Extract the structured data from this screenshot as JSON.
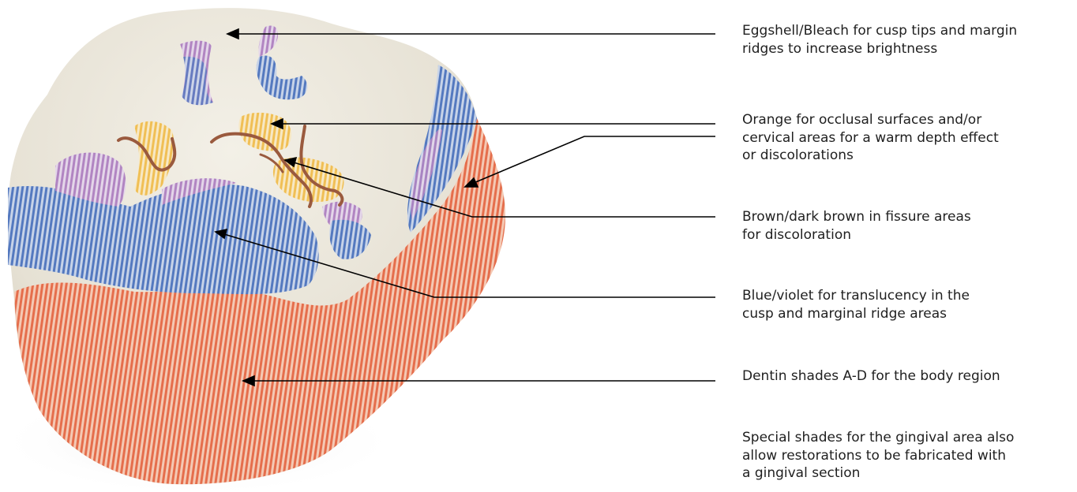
{
  "labels": [
    {
      "id": "eggshell",
      "text": "Eggshell/Bleach for cusp tips and margin\nridges to increase brightness"
    },
    {
      "id": "orange",
      "text": "Orange for occlusal surfaces and/or\ncervical areas for a warm depth effect\nor discolorations"
    },
    {
      "id": "brown",
      "text": "Brown/dark brown in fissure areas\nfor discoloration"
    },
    {
      "id": "blue-violet",
      "text": "Blue/violet for translucency in the\ncusp and marginal ridge areas"
    },
    {
      "id": "dentin",
      "text": "Dentin shades A-D for the body region"
    },
    {
      "id": "special",
      "text": "Special shades for the gingival area also\nallow restorations to be fabricated with\na gingival section"
    }
  ],
  "colors": {
    "enamel": "#ede9df",
    "dentin_stripe": "#e8704f",
    "blue_stripe": "#5b7fc4",
    "violet_stripe": "#b58ac4",
    "orange_stripe": "#f2c35c",
    "fissure_brown": "#9a5a3e",
    "leader_line": "#000000",
    "text": "#1f1f1f"
  }
}
